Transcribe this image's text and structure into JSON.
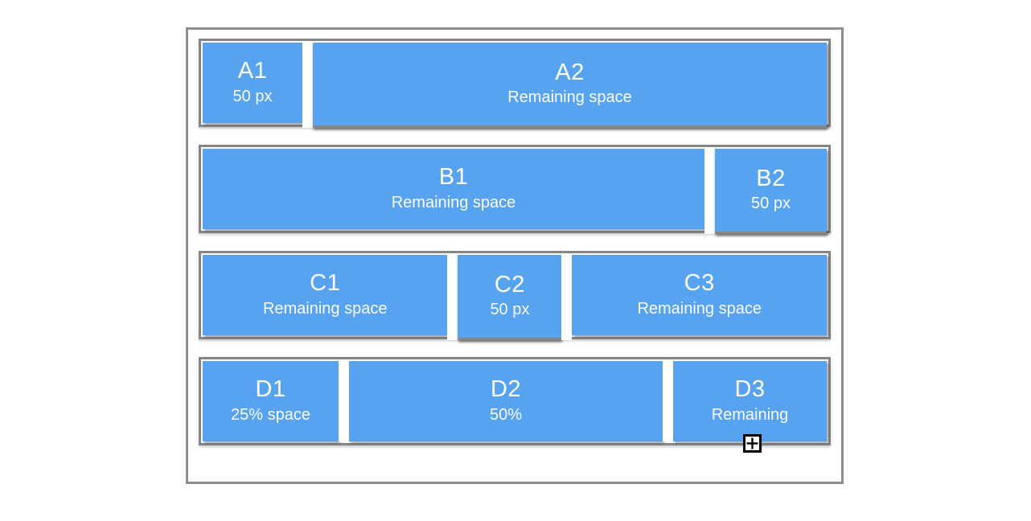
{
  "colors": {
    "pane_blue": "#57a3f0",
    "row_border": "#868686",
    "outer_border": "#8e8e8e",
    "pane_text": "#ffffff",
    "background": "#ffffff"
  },
  "cursor": {
    "icon": "crosshair-plus-cursor"
  },
  "rows": [
    {
      "id": "A",
      "panes": [
        {
          "title": "A1",
          "subtitle": "50 px"
        },
        {
          "title": "A2",
          "subtitle": "Remaining space"
        }
      ]
    },
    {
      "id": "B",
      "panes": [
        {
          "title": "B1",
          "subtitle": "Remaining space"
        },
        {
          "title": "B2",
          "subtitle": "50 px"
        }
      ]
    },
    {
      "id": "C",
      "panes": [
        {
          "title": "C1",
          "subtitle": "Remaining space"
        },
        {
          "title": "C2",
          "subtitle": "50 px"
        },
        {
          "title": "C3",
          "subtitle": "Remaining space"
        }
      ]
    },
    {
      "id": "D",
      "panes": [
        {
          "title": "D1",
          "subtitle": "25% space"
        },
        {
          "title": "D2",
          "subtitle": "50%"
        },
        {
          "title": "D3",
          "subtitle": "Remaining"
        }
      ]
    }
  ]
}
